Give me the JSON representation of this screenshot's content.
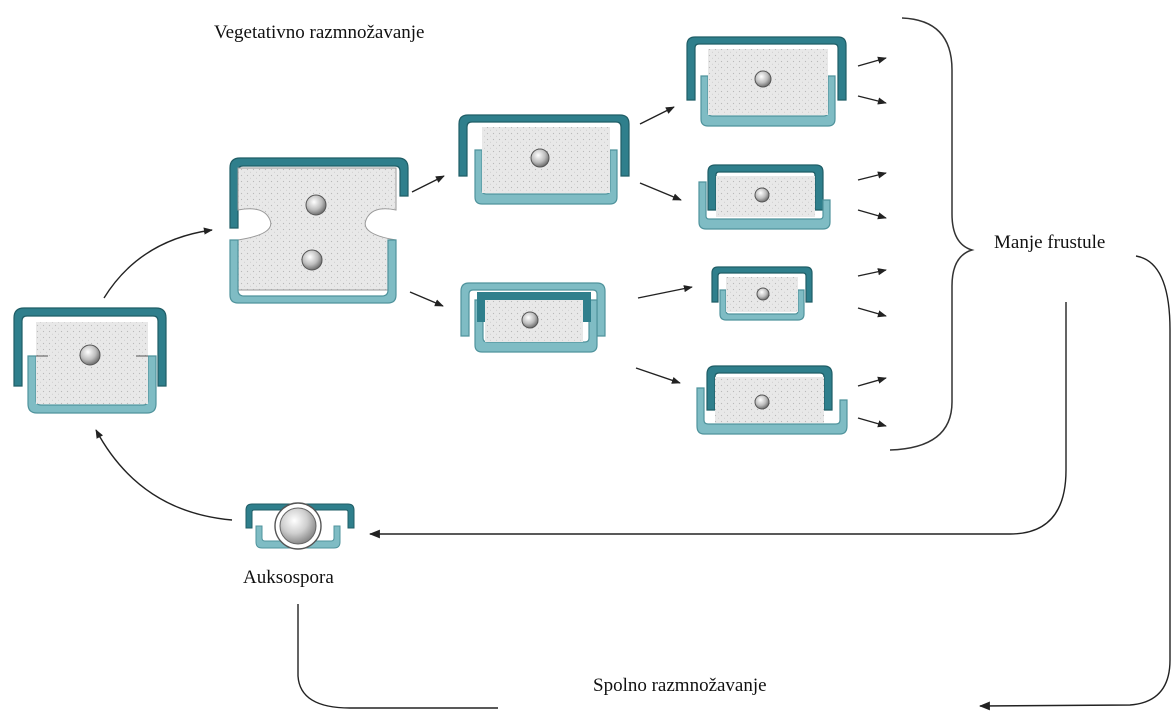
{
  "labels": {
    "vegetative": "Vegetativno razmnožavanje",
    "smaller_frustules": "Manje frustule",
    "auxospore": "Auksospora",
    "sexual": "Spolno razmnožavanje"
  },
  "colors": {
    "epitheca": "#2f7f8c",
    "hypotheca": "#7fbcc4",
    "cytoplasm": "#e6e6e6",
    "arrow": "#222222",
    "line": "#333333"
  }
}
